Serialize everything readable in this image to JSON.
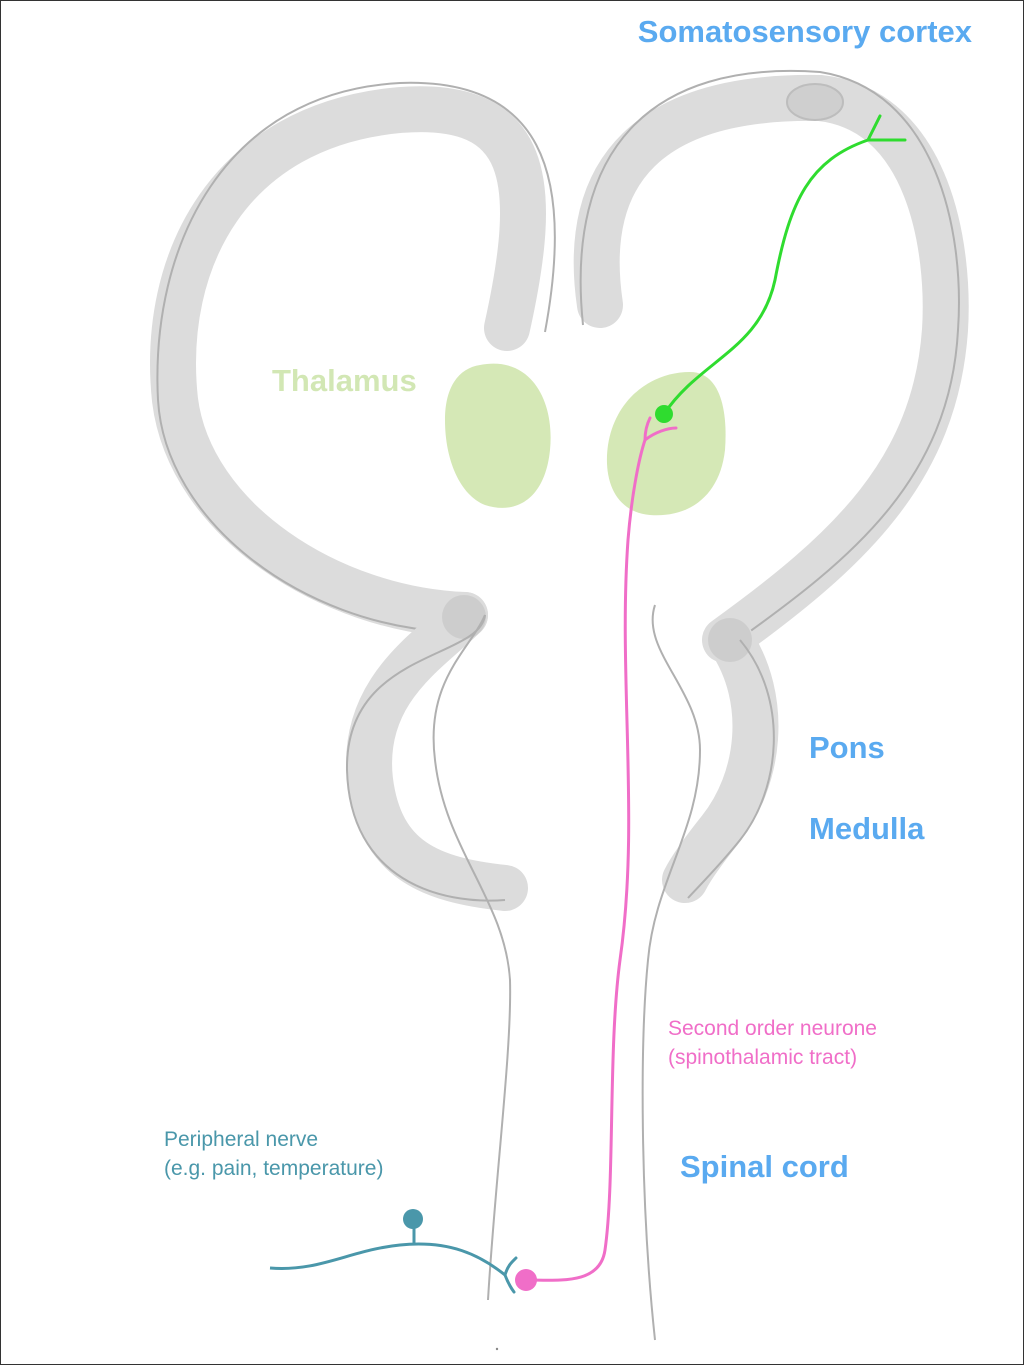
{
  "labels": {
    "somatosensory_cortex": "Somatosensory cortex",
    "thalamus": "Thalamus",
    "pons": "Pons",
    "medulla": "Medulla",
    "second_order_line1": "Second order neurone",
    "second_order_line2": "(spinothalamic tract)",
    "spinal_cord": "Spinal cord",
    "peripheral_line1": "Peripheral nerve",
    "peripheral_line2": "(e.g. pain, temperature)"
  },
  "colors": {
    "region_label": "#5aaaf0",
    "thalamus": "#d5e8b6",
    "thalamus_label": "#d2e7b4",
    "brain_fill": "#dcdcdc",
    "outline": "#b0b0b0",
    "third_order_neurone": "#2fdc2f",
    "second_order_neurone": "#f06ec8",
    "peripheral_nerve": "#4a97aa"
  }
}
